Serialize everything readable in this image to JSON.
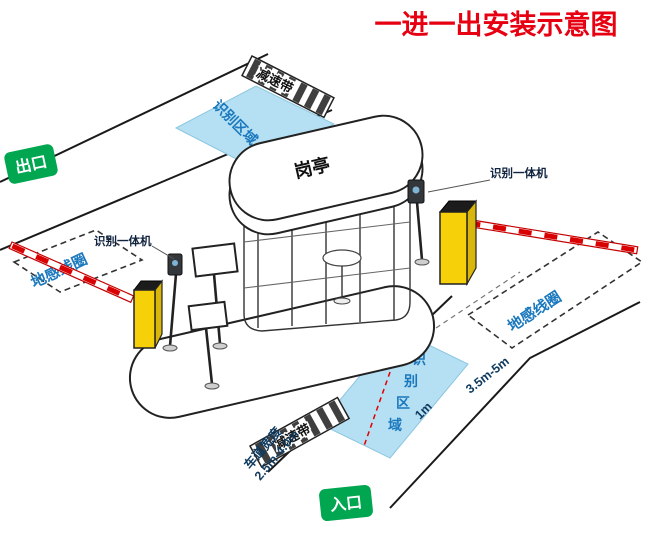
{
  "title": "一进一出安装示意图",
  "labels": {
    "exit": "出口",
    "entrance": "入口",
    "booth": "岗亭",
    "speed_bump": "减速带",
    "recognition_zone": "识别区域",
    "rec_chars": [
      "识",
      "别",
      "区",
      "域"
    ],
    "ground_coil": "地感线圈",
    "reader": "识别一体机"
  },
  "dimensions": {
    "coil_distance": "3.5m-5m",
    "zone_distance": "1m",
    "lane_width_label": "车道宽度",
    "lane_width_value": "2.5m-4.0m"
  },
  "colors": {
    "title_red": "#e60012",
    "sign_green": "#00a650",
    "zone_blue_fill": "#b5dff2",
    "zone_blue_text": "#1a78be",
    "barrier_yellow": "#f6d10a",
    "arm_red": "#d80000",
    "line_black": "#1a1a1a"
  }
}
